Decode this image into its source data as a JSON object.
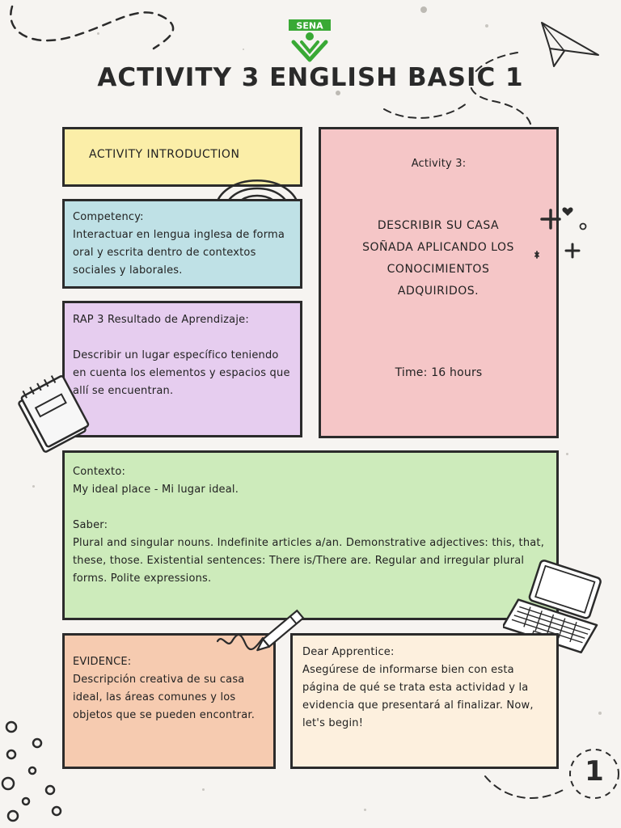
{
  "header": {
    "logo_text": "SENA",
    "title": "ACTIVITY 3 ENGLISH BASIC 1"
  },
  "intro": {
    "label": "ACTIVITY INTRODUCTION"
  },
  "competency": {
    "heading": "Competency:",
    "text": "Interactuar en lengua inglesa de forma oral y escrita dentro de contextos sociales y laborales."
  },
  "rap": {
    "heading": "RAP 3 Resultado de Aprendizaje:",
    "text": "Describir un lugar específico teniendo en cuenta los elementos y espacios que allí se encuentran."
  },
  "activity": {
    "heading": "Activity 3:",
    "task": "DESCRIBIR SU CASA SOÑADA APLICANDO LOS CONOCIMIENTOS ADQUIRIDOS.",
    "time": "Time: 16 hours"
  },
  "context": {
    "heading": "Contexto:",
    "text": "My ideal place - Mi lugar ideal.",
    "saber_heading": "Saber:",
    "saber_text": "Plural and singular nouns. Indefinite articles a/an. Demonstrative adjectives: this, that, these, those. Existential sentences: There is/There are. Regular and irregular plural forms. Polite expressions."
  },
  "evidence": {
    "heading": "EVIDENCE:",
    "text": "Descripción creativa de su casa ideal, las áreas comunes y los objetos que se pueden encontrar."
  },
  "apprentice": {
    "heading": "Dear Apprentice:",
    "text": "Asegúrese de informarse bien con esta página de qué se trata esta actividad y la evidencia que presentará al finalizar. Now, let's begin!"
  },
  "page_number": "1",
  "colors": {
    "intro_bg": "#fbeea8",
    "competency_bg": "#bfe1e6",
    "rap_bg": "#e6cdef",
    "activity_bg": "#f5c6c7",
    "context_bg": "#cdebbb",
    "evidence_bg": "#f6cbb0",
    "apprentice_bg": "#fdf0de",
    "sena_green": "#39a935"
  }
}
